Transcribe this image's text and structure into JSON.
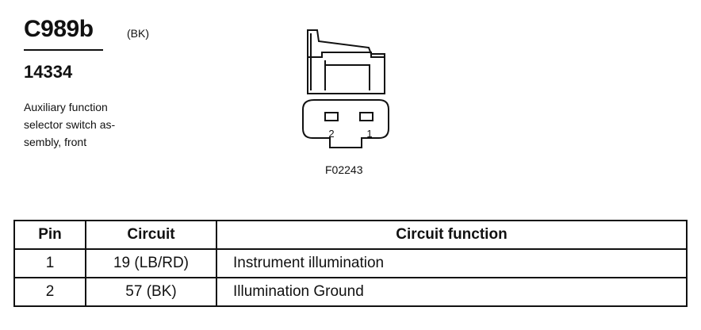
{
  "header": {
    "connector_id": "C989b",
    "connector_color": "(BK)",
    "part_number": "14334",
    "description_lines": [
      "Auxiliary function",
      "selector switch as-",
      "sembly, front"
    ]
  },
  "diagram": {
    "figure_id": "F02243",
    "pin_labels": [
      "2",
      "1"
    ]
  },
  "table": {
    "headers": [
      "Pin",
      "Circuit",
      "Circuit function"
    ],
    "rows": [
      {
        "pin": "1",
        "circuit": "19 (LB/RD)",
        "function": "Instrument illumination"
      },
      {
        "pin": "2",
        "circuit": "57 (BK)",
        "function": "Illumination Ground"
      }
    ]
  }
}
